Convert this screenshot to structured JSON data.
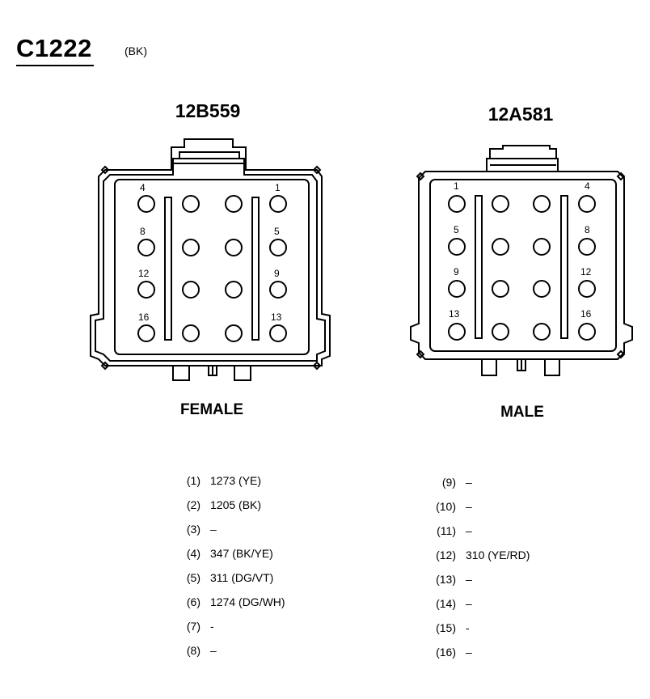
{
  "header": {
    "title": "C1222",
    "color_code": "(BK)"
  },
  "connectors": [
    {
      "part_number": "12B559",
      "gender": "FEMALE",
      "pin_labels": {
        "p1": "1",
        "p4": "4",
        "p5": "5",
        "p8": "8",
        "p9": "9",
        "p12": "12",
        "p13": "13",
        "p16": "16"
      }
    },
    {
      "part_number": "12A581",
      "gender": "MALE",
      "pin_labels": {
        "p1": "1",
        "p4": "4",
        "p5": "5",
        "p8": "8",
        "p9": "9",
        "p12": "12",
        "p13": "13",
        "p16": "16"
      }
    }
  ],
  "pinout": {
    "left": [
      {
        "num": "(1)",
        "circuit": "1273 (YE)"
      },
      {
        "num": "(2)",
        "circuit": "1205 (BK)"
      },
      {
        "num": "(3)",
        "circuit": "–"
      },
      {
        "num": "(4)",
        "circuit": "347 (BK/YE)"
      },
      {
        "num": "(5)",
        "circuit": "311 (DG/VT)"
      },
      {
        "num": "(6)",
        "circuit": "1274 (DG/WH)"
      },
      {
        "num": "(7)",
        "circuit": "-"
      },
      {
        "num": "(8)",
        "circuit": "–"
      }
    ],
    "right": [
      {
        "num": "(9)",
        "circuit": "–"
      },
      {
        "num": "(10)",
        "circuit": "–"
      },
      {
        "num": "(11)",
        "circuit": "–"
      },
      {
        "num": "(12)",
        "circuit": "310 (YE/RD)"
      },
      {
        "num": "(13)",
        "circuit": "–"
      },
      {
        "num": "(14)",
        "circuit": "–"
      },
      {
        "num": "(15)",
        "circuit": "-"
      },
      {
        "num": "(16)",
        "circuit": "–"
      }
    ]
  }
}
